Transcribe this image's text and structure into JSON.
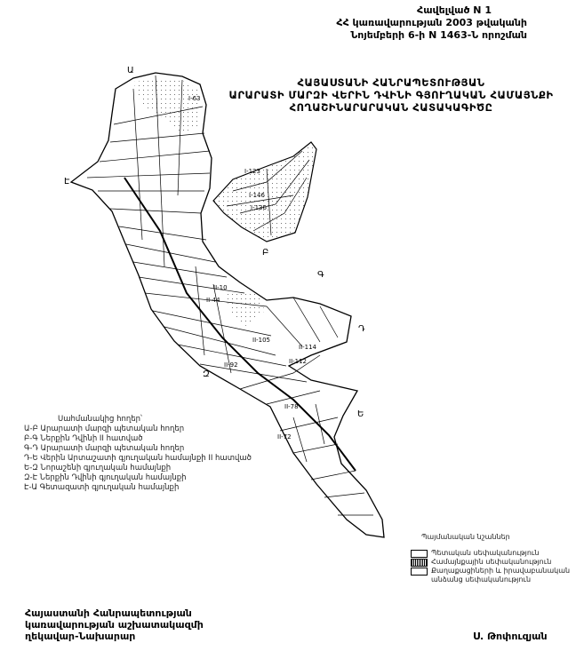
{
  "header": {
    "line1": "Հավելված N 1",
    "line2": "ՀՀ կառավարության 2003 թվականի",
    "line3": "Նոյեմբերի 6-ի N 1463-Ն որոշման"
  },
  "title": {
    "line1": "ՀԱՅԱՍՏԱՆԻ ՀԱՆՐԱՊԵՏՈՒԹՅԱՆ",
    "line2": "ԱՐԱՐԱՏԻ ՄԱՐԶԻ ՎԵՐԻՆ ԴՎԻՆԻ ԳՅՈՒՂԱԿԱՆ ՀԱՄԱՅՆՔԻ",
    "line3": "ՀՈՂԱՇԻՆԱՐԱՐԱԿԱՆ ՀԱՏԱԿԱԳԻԾԸ"
  },
  "map": {
    "points": [
      "Ա",
      "Է",
      "Բ",
      "Գ",
      "Դ",
      "Զ",
      "Ե"
    ],
    "parcels": [
      "I-63",
      "I-123",
      "I-136",
      "I-146",
      "II-44",
      "II-10",
      "II-105",
      "II-92",
      "II-114",
      "II-112",
      "II-78",
      "II-72"
    ]
  },
  "boundary_legend": {
    "heading": "Սահմանակից հողեր՝",
    "items": [
      "Ա-Բ Արարատի մարզի պետական հողեր",
      "Բ-Գ Ներքին Դվինի II հատված",
      "Գ-Դ Արարատի մարզի պետական հողեր",
      "Դ-Ե Վերին Արտաշատի գյուղական համայնքի II հատված",
      "Ե-Զ Նորաշենի գյուղական համայնքի",
      "Զ-Է Ներքին Դվինի գյուղական համայնքի",
      "Է-Ա Գետազատի գյուղական համայնքի"
    ]
  },
  "symbols_legend": {
    "heading": "Պայմանական նշաններ",
    "items": [
      "Պետական սեփականություն",
      "Համայնքային սեփականություն",
      "Քաղաքացիների և իրավաբանական",
      "անձանց սեփականություն"
    ]
  },
  "footer": {
    "left1": "Հայաստանի Հանրապետության",
    "left2": "կառավարության աշխատակազմի",
    "left3": "ղեկավար-Նախարար",
    "signature": "Ս. Թոփուզյան"
  }
}
